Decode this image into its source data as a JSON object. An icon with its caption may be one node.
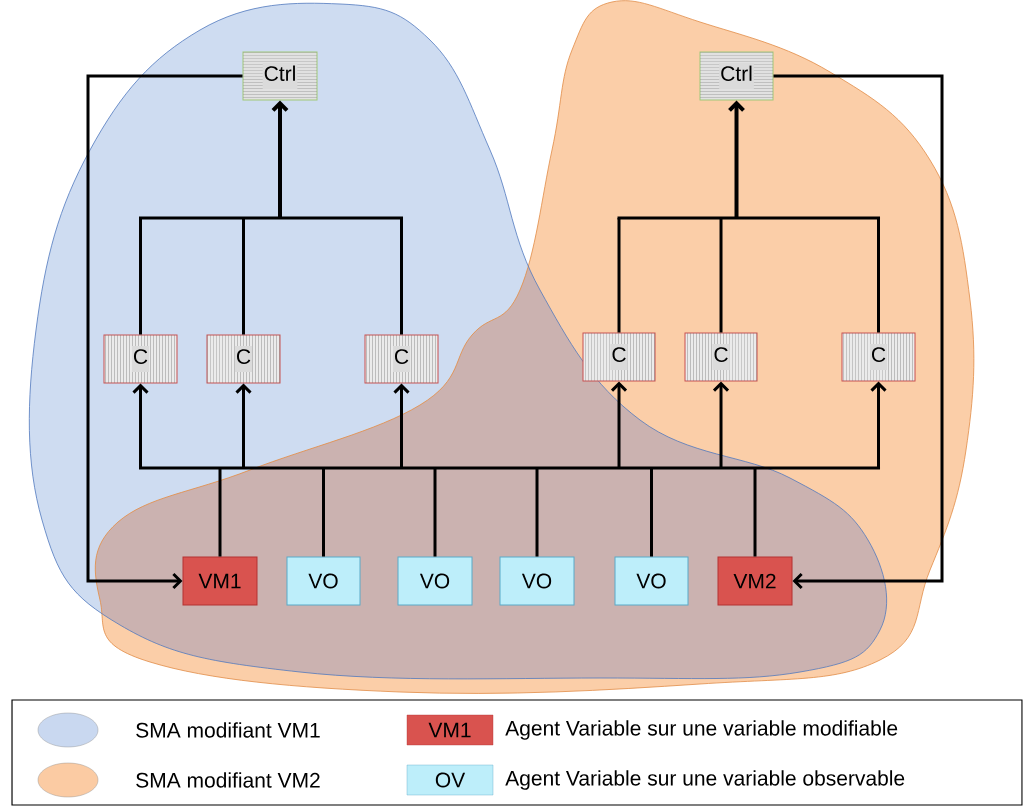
{
  "diagram": {
    "nodes": [
      {
        "text": [
          "Ctrl"
        ]
      },
      {
        "text": [
          "Ctrl"
        ]
      },
      {
        "text": [
          "C"
        ]
      },
      {
        "text": [
          "C"
        ]
      },
      {
        "text": [
          "C"
        ]
      },
      {
        "text": [
          "C"
        ]
      },
      {
        "text": [
          "C"
        ]
      },
      {
        "text": [
          "C"
        ]
      },
      {
        "text": [
          "VM1"
        ]
      },
      {
        "text": [
          "VO"
        ]
      },
      {
        "text": [
          "VO"
        ]
      },
      {
        "text": [
          "VO"
        ]
      },
      {
        "text": [
          "VO"
        ]
      },
      {
        "text": [
          "VM2"
        ]
      }
    ],
    "edges": [
      {
        "from": 8,
        "to": 2,
        "arrow": "to"
      },
      {
        "from": 8,
        "to": 3,
        "arrow": "to"
      },
      {
        "from": 8,
        "to": 4,
        "arrow": "to"
      },
      {
        "from": 8,
        "to": 5,
        "arrow": "to"
      },
      {
        "from": 8,
        "to": 6,
        "arrow": "to"
      },
      {
        "from": 8,
        "to": 7,
        "arrow": "to"
      },
      {
        "from": 9,
        "to": 2,
        "arrow": "to"
      },
      {
        "from": 9,
        "to": 3,
        "arrow": "to"
      },
      {
        "from": 9,
        "to": 4,
        "arrow": "to"
      },
      {
        "from": 9,
        "to": 5,
        "arrow": "to"
      },
      {
        "from": 9,
        "to": 6,
        "arrow": "to"
      },
      {
        "from": 9,
        "to": 7,
        "arrow": "to"
      },
      {
        "from": 10,
        "to": 2,
        "arrow": "to"
      },
      {
        "from": 10,
        "to": 3,
        "arrow": "to"
      },
      {
        "from": 10,
        "to": 4,
        "arrow": "to"
      },
      {
        "from": 10,
        "to": 5,
        "arrow": "to"
      },
      {
        "from": 10,
        "to": 6,
        "arrow": "to"
      },
      {
        "from": 10,
        "to": 7,
        "arrow": "to"
      },
      {
        "from": 11,
        "to": 2,
        "arrow": "to"
      },
      {
        "from": 11,
        "to": 3,
        "arrow": "to"
      },
      {
        "from": 11,
        "to": 4,
        "arrow": "to"
      },
      {
        "from": 11,
        "to": 5,
        "arrow": "to"
      },
      {
        "from": 11,
        "to": 6,
        "arrow": "to"
      },
      {
        "from": 11,
        "to": 7,
        "arrow": "to"
      },
      {
        "from": 12,
        "to": 2,
        "arrow": "to"
      },
      {
        "from": 12,
        "to": 3,
        "arrow": "to"
      },
      {
        "from": 12,
        "to": 4,
        "arrow": "to"
      },
      {
        "from": 12,
        "to": 5,
        "arrow": "to"
      },
      {
        "from": 12,
        "to": 6,
        "arrow": "to"
      },
      {
        "from": 12,
        "to": 7,
        "arrow": "to"
      },
      {
        "from": 13,
        "to": 2,
        "arrow": "to"
      },
      {
        "from": 13,
        "to": 3,
        "arrow": "to"
      },
      {
        "from": 13,
        "to": 4,
        "arrow": "to"
      },
      {
        "from": 13,
        "to": 5,
        "arrow": "to"
      },
      {
        "from": 13,
        "to": 6,
        "arrow": "to"
      },
      {
        "from": 13,
        "to": 7,
        "arrow": "to"
      },
      {
        "from": 2,
        "to": 0,
        "arrow": "to"
      },
      {
        "from": 3,
        "to": 0,
        "arrow": "to"
      },
      {
        "from": 4,
        "to": 0,
        "arrow": "to"
      },
      {
        "from": 5,
        "to": 1,
        "arrow": "to"
      },
      {
        "from": 6,
        "to": 1,
        "arrow": "to"
      },
      {
        "from": 7,
        "to": 1,
        "arrow": "to"
      },
      {
        "from": 0,
        "to": 8,
        "arrow": "to"
      },
      {
        "from": 1,
        "to": 13,
        "arrow": "to"
      }
    ],
    "labels": [
      "VM1",
      "OV"
    ],
    "legend": [
      {
        "text": "SMA modifiant VM1",
        "color": "#c9d8f0"
      },
      {
        "text": "SMA modifiant VM2",
        "color": "#fbcba3"
      },
      {
        "text": "Agent Variable sur une variable modifiable",
        "color": "#d9534f"
      },
      {
        "text": "Agent Variable sur une variable observable",
        "color": "#bdeefa"
      }
    ]
  }
}
